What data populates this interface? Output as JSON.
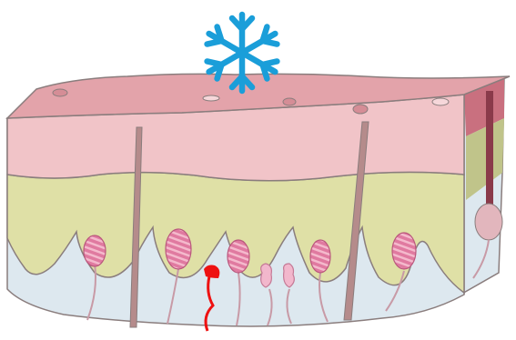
{
  "diagram": {
    "subject": "skin-cross-section",
    "icon": "snowflake-icon",
    "layers": [
      "surface",
      "epidermis",
      "dermis",
      "subcutis"
    ],
    "colors": {
      "snowflake": "#1a9ed9",
      "surface": "#e3a3aa",
      "epidermis": "#f1c4c8",
      "dermis": "#dfe0a6",
      "subcutis": "#dde8ef",
      "papilla": "#e07aa0",
      "nerve": "#c89aa6",
      "highlight_nerve": "#ee1111",
      "hair_shaft": "#b58b8b",
      "outline": "#8a7d7d"
    }
  }
}
